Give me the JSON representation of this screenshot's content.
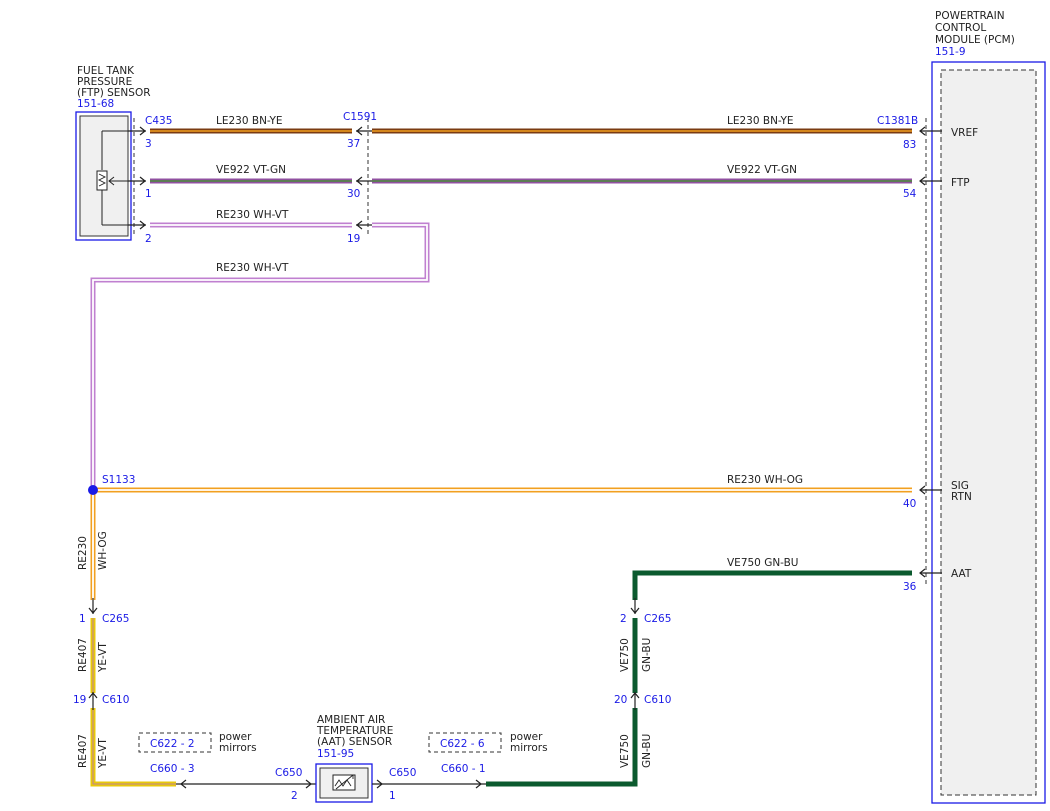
{
  "pcm": {
    "title_lines": [
      "POWERTRAIN",
      "CONTROL",
      "MODULE (PCM)"
    ],
    "ref": "151-9"
  },
  "ftp_sensor": {
    "title_lines": [
      "FUEL TANK",
      "PRESSURE",
      "(FTP) SENSOR"
    ],
    "ref": "151-68"
  },
  "aat_sensor": {
    "title_lines": [
      "AMBIENT AIR",
      "TEMPERATURE",
      "(AAT) SENSOR"
    ],
    "ref": "151-95"
  },
  "connectors": {
    "c435": "C435",
    "c1591": "C1591",
    "c1381b": "C1381B",
    "s1133": "S1133",
    "c265_left": "C265",
    "c265_right": "C265",
    "c610_left": "C610",
    "c610_right": "C610",
    "c650_left": "C650",
    "c650_right": "C650",
    "c660_left": "C660 -  3",
    "c660_right": "C660 -  1",
    "c622_left": "C622 -  2",
    "c622_right": "C622 -  6"
  },
  "pins": {
    "c435_1": "3",
    "c435_2": "1",
    "c435_3": "2",
    "c1591_1": "37",
    "c1591_2": "30",
    "c1591_3": "19",
    "pcm_vref": "83",
    "pcm_ftp": "54",
    "pcm_sigrtn": "40",
    "pcm_aat": "36",
    "c265_left": "1",
    "c265_right": "2",
    "c610_left": "19",
    "c610_right": "20",
    "c650_left": "2",
    "c650_right": "1"
  },
  "pcm_signals": {
    "vref": "VREF",
    "ftp": "FTP",
    "sig_rtn_1": "SIG",
    "sig_rtn_2": "RTN",
    "aat": "AAT"
  },
  "wires": {
    "le230_left": "LE230  BN-YE",
    "le230_right": "LE230  BN-YE",
    "ve922_left": "VE922  VT-GN",
    "ve922_right": "VE922  VT-GN",
    "re230_top": "RE230  WH-VT",
    "re230_mid": "RE230  WH-VT",
    "re230_og": "RE230  WH-OG",
    "ve750_top": "VE750  GN-BU",
    "re230_vert_circuit": "RE230",
    "re230_vert_color": "WH-OG",
    "re407_a_circuit": "RE407",
    "re407_a_color": "YE-VT",
    "re407_b_circuit": "RE407",
    "re407_b_color": "YE-VT",
    "ve750_a_circuit": "VE750",
    "ve750_a_color": "GN-BU",
    "ve750_b_circuit": "VE750",
    "ve750_b_color": "GN-BU"
  },
  "notes": {
    "power_mirrors_left": [
      "power",
      "mirrors"
    ],
    "power_mirrors_right": [
      "power",
      "mirrors"
    ]
  },
  "colors": {
    "brown": "#7a3b12",
    "orange": "#f2a020",
    "violet": "#b060c0",
    "green_dark": "#0b5a2e",
    "yellow": "#e8c80a",
    "blue": "#1a1ae6",
    "splice": "#1a1ae6"
  }
}
